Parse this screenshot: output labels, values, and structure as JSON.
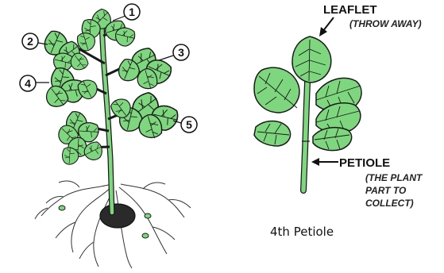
{
  "plant_labels": [
    "1",
    "2",
    "3",
    "4",
    "5"
  ],
  "leaflet": {
    "title": "LEAFLET",
    "note": "(THROW AWAY)"
  },
  "petiole": {
    "title": "PETIOLE",
    "note_lines": [
      "(THE PLANT",
      "PART TO",
      "COLLECT)"
    ]
  },
  "caption": "4th Petiole",
  "colors": {
    "leaf": "#7ed67e",
    "stem": "#7ed67e",
    "outline": "#1a1a1a",
    "tuber": "#2a2a2a"
  }
}
